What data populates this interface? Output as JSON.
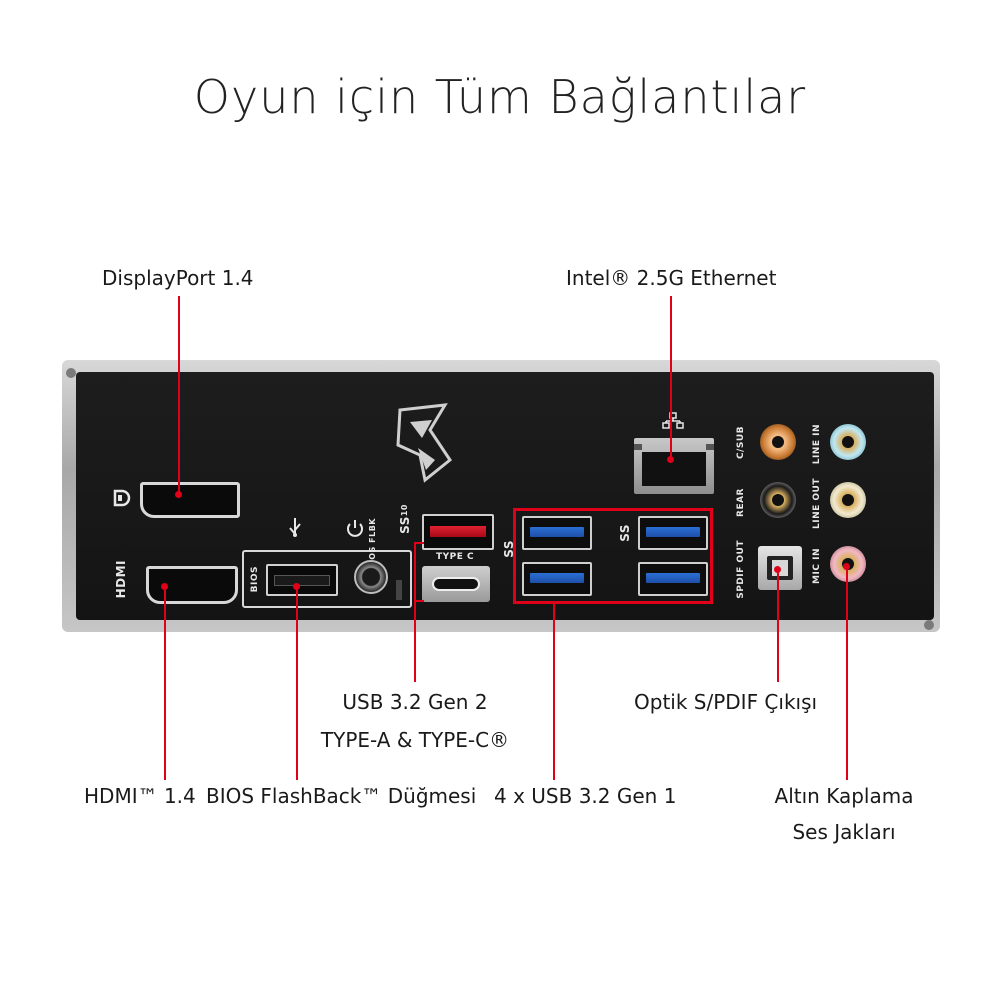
{
  "title": "Oyun için Tüm Bağlantılar",
  "labels": {
    "displayport": "DisplayPort 1.4",
    "ethernet": "Intel® 2.5G Ethernet",
    "usb_gen2_line1": "USB 3.2 Gen 2",
    "usb_gen2_line2": "TYPE-A & TYPE-C®",
    "optical": "Optik S/PDIF Çıkışı",
    "hdmi": "HDMI™ 1.4",
    "bios_flashback": "BIOS FlashBack™ Düğmesi",
    "usb_gen1": "4 x USB 3.2 Gen 1",
    "audio_line1": "Altın Kaplama",
    "audio_line2": "Ses Jakları"
  },
  "silkscreen": {
    "hdmi": "HDMI",
    "bios": "BIOS",
    "bios_flbk": "BIOS FLBK",
    "type_c": "TYPE C",
    "usb_ss": "SS",
    "usb_ss10": "10",
    "c_sub": "C/SUB",
    "rear": "REAR",
    "spdif_out": "SPDIF OUT",
    "line_in": "LINE IN",
    "line_out": "LINE OUT",
    "mic_in": "MIC IN"
  },
  "colors": {
    "accent_red": "#e0001a",
    "usb3_blue": "#2b6fd6",
    "usb_gen2_red": "#d01020",
    "audio_orange": "#d98a3c",
    "audio_blue": "#9fd8e6",
    "audio_green": "#e8e0c0",
    "audio_pink": "#e9a3b4",
    "audio_black": "#2a2a2a"
  },
  "icons": [
    "displayport-icon",
    "usb-icon",
    "ethernet-icon",
    "bios-button-icon",
    "rog-logo"
  ]
}
